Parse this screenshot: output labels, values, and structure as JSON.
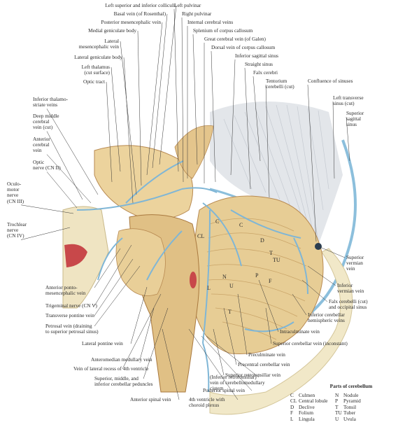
{
  "labels_top": [
    "Left superior and inferior colliculi",
    "Basal vein (of Rosenthal)",
    "Posterior mesencephalic vein",
    "Medial geniculate body",
    "Lateral\nmesencephalic vein",
    "Lateral geniculate body",
    "Left thalamus\n(cut surface)",
    "Optic tract",
    "Inferior thalamo-\nstriate veins",
    "Deep middle\ncerebral\nvein (cut)",
    "Anterior\ncerebral\nvein",
    "Optic\nnerve (CN II)",
    "Oculo-\nmotor\nnerve\n(CN III)",
    "Trochlear\nnerve\n(CN IV)"
  ],
  "labels_upper_right": [
    "Left pulvinar",
    "Right pulvinar",
    "Internal cerebral veins",
    "Splenium of corpus callosum",
    "Great cerebral vein (of Galen)",
    "Dorsal vein of corpus callosum",
    "Inferior sagittal sinus",
    "Straight sinus",
    "Falx cerebri",
    "Tentorium\ncerebelli (cut)",
    "Confluence of sinuses",
    "Left transverse\nsinus (cut)",
    "Superior\nsagittal\nsinus"
  ],
  "labels_right": [
    "Superior\nvermian\nvein",
    "Inferior\nvermian vein",
    "Falx cerebelli (cut)\nand occipital sinus",
    "Inferior cerebellar\nhemispheric veins",
    "Intraculminate vein",
    "Superior cerebellar vein (inconstant)",
    "Preculminate vein",
    "Precentral cerebellar vein",
    "Superior retrotonsillar vein"
  ],
  "labels_bottom_left": [
    "Anterior ponto-\nmesencephalic vein",
    "Trigeminal nerve (CN V)",
    "Transverse pontine vein",
    "Petrosal vein (draining\nto superior petrosal sinus)",
    "Lateral pontine vein",
    "Anteromedian medullary vein",
    "Vein of lateral recess of 4th ventricle",
    "Superior, middle, and\ninferior cerebellar peduncles",
    "Anterior spinal vein",
    "4th ventricle with\nchoroid plexus",
    "Posterior spinal vein",
    "(Inferior retrotonsillar)\nvein of cerebellomedullary\ncistern"
  ],
  "region_letters": [
    "C",
    "C",
    "CL",
    "D",
    "T",
    "TU",
    "P",
    "N",
    "U",
    "L",
    "F",
    "T"
  ],
  "legend": {
    "title": "Parts of cerebellum",
    "rows": [
      [
        "C",
        "Culmen",
        "N",
        "Nodule"
      ],
      [
        "CL",
        "Central lobule",
        "P",
        "Pyramid"
      ],
      [
        "D",
        "Declive",
        "T",
        "Tonsil"
      ],
      [
        "F",
        "Folium",
        "TU",
        "Tuber"
      ],
      [
        "L",
        "Lingula",
        "U",
        "Uvula"
      ]
    ]
  },
  "colors": {
    "vein_blue": "#7fb6d6",
    "tissue_tan": "#e6c98f",
    "tissue_dark": "#b88a52",
    "falx_gray": "#d9dde2",
    "bone_cream": "#f1e8c8",
    "red_accent": "#c8484a",
    "leader_line": "#333333"
  }
}
